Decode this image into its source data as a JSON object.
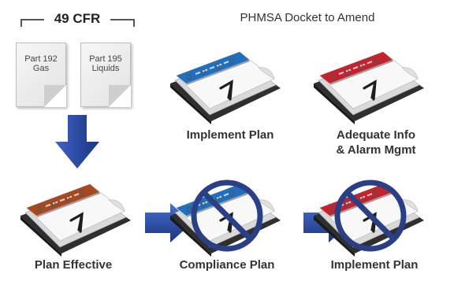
{
  "header": {
    "cfr_title": "49 CFR",
    "docket_title": "PHMSA Docket to Amend"
  },
  "documents": [
    {
      "line1": "Part 192",
      "line2": "Gas"
    },
    {
      "line1": "Part 195",
      "line2": "Liquids"
    }
  ],
  "steps": {
    "implement_plan_top": "Implement Plan",
    "adequate_info_line1": "Adequate Info",
    "adequate_info_line2": "& Alarm Mgmt",
    "plan_effective": "Plan Effective",
    "compliance_plan": "Compliance Plan",
    "implement_plan_bottom": "Implement Plan"
  },
  "calendars": [
    {
      "id": "top-center",
      "color": "#1f6fbf",
      "prohibited": false
    },
    {
      "id": "top-right",
      "color": "#c4222c",
      "prohibited": false
    },
    {
      "id": "bottom-left",
      "color": "#a8481e",
      "prohibited": false
    },
    {
      "id": "bottom-center",
      "color": "#1f6fbf",
      "prohibited": true
    },
    {
      "id": "bottom-right",
      "color": "#c4222c",
      "prohibited": true
    }
  ],
  "colors": {
    "arrow": "#1d3e8e",
    "prohibit_ring": "#2b3f86"
  }
}
